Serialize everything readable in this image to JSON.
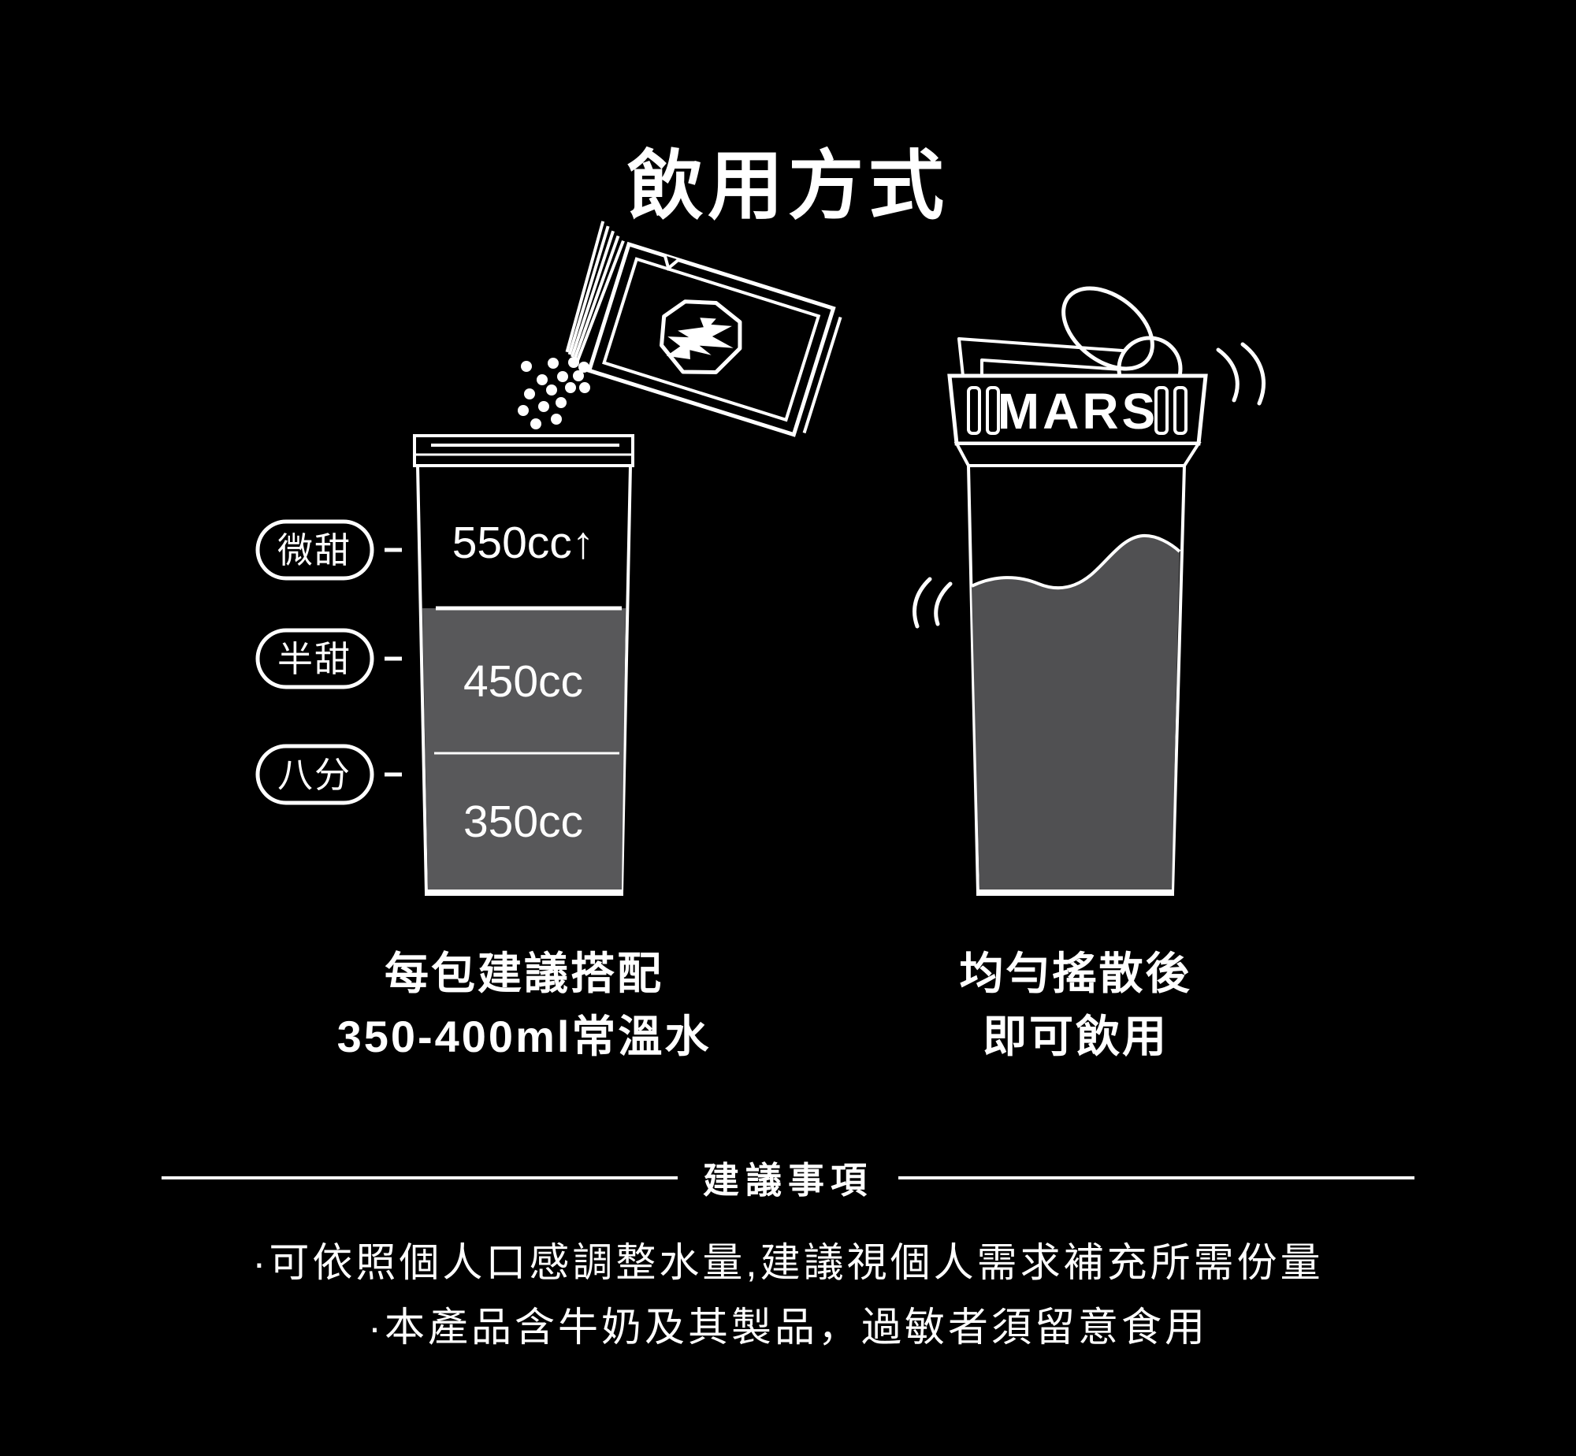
{
  "title": "飲用方式",
  "colors": {
    "background": "#000000",
    "line": "#ffffff",
    "cup_fill": "#58585a",
    "shaker_liquid": "#505052"
  },
  "cup": {
    "levels": [
      {
        "label": "微甜",
        "volume": "550cc↑"
      },
      {
        "label": "半甜",
        "volume": "450cc"
      },
      {
        "label": "八分",
        "volume": "350cc"
      }
    ],
    "caption_line1": "每包建議搭配",
    "caption_line2": "350-400ml常溫水"
  },
  "shaker": {
    "brand": "MARS",
    "caption_line1": "均勻搖散後",
    "caption_line2": "即可飲用"
  },
  "advisory": {
    "heading": "建議事項",
    "notes": [
      "·可依照個人口感調整水量,建議視個人需求補充所需份量",
      "·本產品含牛奶及其製品，過敏者須留意食用"
    ]
  }
}
